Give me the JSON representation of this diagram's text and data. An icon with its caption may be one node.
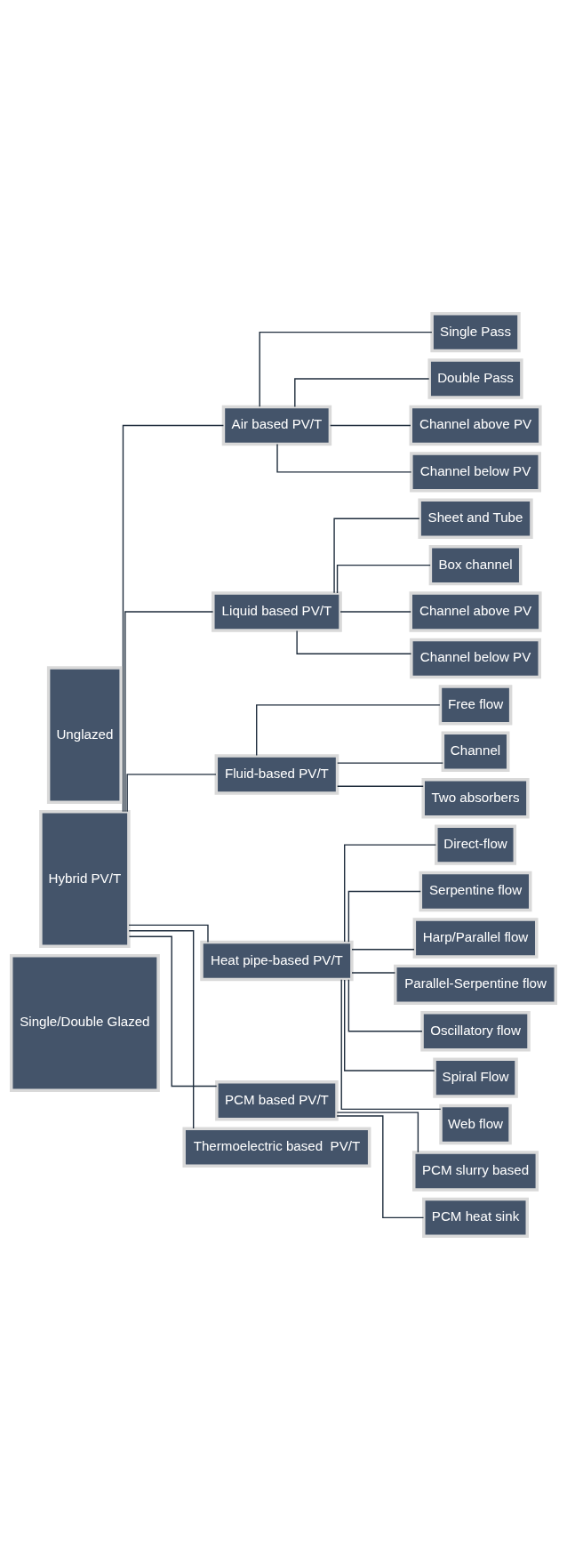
{
  "diagram": {
    "nodes": [
      {
        "text": [
          "Single/Double Glazed"
        ]
      },
      {
        "text": [
          "Hybrid PV/T"
        ]
      },
      {
        "text": [
          "Unglazed"
        ]
      },
      {
        "text": [
          "Air based PV/T"
        ]
      },
      {
        "text": [
          "Single Pass"
        ]
      },
      {
        "text": [
          "Double Pass"
        ]
      },
      {
        "text": [
          "Channel above PV"
        ]
      },
      {
        "text": [
          "Channel below PV"
        ]
      },
      {
        "text": [
          "Liquid based PV/T"
        ]
      },
      {
        "text": [
          "Sheet and Tube"
        ]
      },
      {
        "text": [
          "Box channel"
        ]
      },
      {
        "text": [
          "Channel above PV"
        ]
      },
      {
        "text": [
          "Channel below PV"
        ]
      },
      {
        "text": [
          "Fluid-based PV/T"
        ]
      },
      {
        "text": [
          "Free flow"
        ]
      },
      {
        "text": [
          "Channel"
        ]
      },
      {
        "text": [
          "Two absorbers"
        ]
      },
      {
        "text": [
          "Heat pipe-based PV/T"
        ]
      },
      {
        "text": [
          "Direct-flow"
        ]
      },
      {
        "text": [
          "Serpentine flow"
        ]
      },
      {
        "text": [
          "Harp/Parallel flow"
        ]
      },
      {
        "text": [
          "Parallel-Serpentine flow"
        ]
      },
      {
        "text": [
          "Oscillatory flow"
        ]
      },
      {
        "text": [
          "Spiral Flow"
        ]
      },
      {
        "text": [
          "Web flow"
        ]
      },
      {
        "text": [
          "PCM based PV/T"
        ]
      },
      {
        "text": [
          "PCM slurry based"
        ]
      },
      {
        "text": [
          "PCM heat sink"
        ]
      },
      {
        "text": [
          "Thermoelectric based  PV/T"
        ]
      }
    ],
    "edges": [
      {
        "from": 1,
        "to": 3,
        "arrow": "none"
      },
      {
        "from": 1,
        "to": 8,
        "arrow": "none"
      },
      {
        "from": 1,
        "to": 13,
        "arrow": "none"
      },
      {
        "from": 1,
        "to": 17,
        "arrow": "none"
      },
      {
        "from": 1,
        "to": 25,
        "arrow": "none"
      },
      {
        "from": 1,
        "to": 28,
        "arrow": "none"
      },
      {
        "from": 3,
        "to": 4,
        "arrow": "none"
      },
      {
        "from": 3,
        "to": 5,
        "arrow": "none"
      },
      {
        "from": 3,
        "to": 6,
        "arrow": "none"
      },
      {
        "from": 3,
        "to": 7,
        "arrow": "none"
      },
      {
        "from": 8,
        "to": 9,
        "arrow": "none"
      },
      {
        "from": 8,
        "to": 10,
        "arrow": "none"
      },
      {
        "from": 8,
        "to": 11,
        "arrow": "none"
      },
      {
        "from": 8,
        "to": 12,
        "arrow": "none"
      },
      {
        "from": 13,
        "to": 14,
        "arrow": "none"
      },
      {
        "from": 13,
        "to": 15,
        "arrow": "none"
      },
      {
        "from": 13,
        "to": 16,
        "arrow": "none"
      },
      {
        "from": 17,
        "to": 18,
        "arrow": "none"
      },
      {
        "from": 17,
        "to": 19,
        "arrow": "none"
      },
      {
        "from": 17,
        "to": 20,
        "arrow": "none"
      },
      {
        "from": 17,
        "to": 21,
        "arrow": "none"
      },
      {
        "from": 17,
        "to": 22,
        "arrow": "none"
      },
      {
        "from": 17,
        "to": 23,
        "arrow": "none"
      },
      {
        "from": 17,
        "to": 24,
        "arrow": "none"
      },
      {
        "from": 25,
        "to": 26,
        "arrow": "none"
      },
      {
        "from": 25,
        "to": 27,
        "arrow": "none"
      }
    ]
  }
}
